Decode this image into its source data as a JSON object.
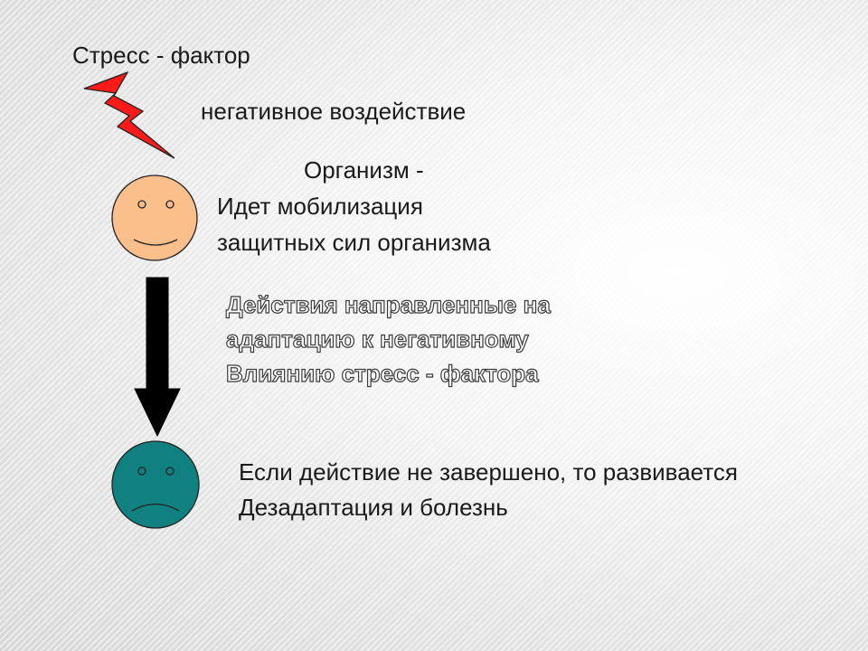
{
  "stress_factor": "Стресс - фактор",
  "negative_impact": "негативное воздействие",
  "organism": {
    "line1": "Организм -",
    "line2": "Идет мобилизация",
    "line3": "защитных сил организма"
  },
  "adaptation": {
    "line1": "Действия направленные на",
    "line2": "адаптацию к негативному",
    "line3": "Влиянию стресс - фактора"
  },
  "outcome": {
    "line1": "Если действие не завершено, то развивается",
    "line2": "Дезадаптация и болезнь"
  },
  "colors": {
    "lightning": "#ff1a1a",
    "happy_face": "#fbbf8c",
    "sad_face": "#118080",
    "arrow": "#000000"
  },
  "icons": [
    "lightning-icon",
    "happy-face-icon",
    "down-arrow-icon",
    "sad-face-icon"
  ]
}
